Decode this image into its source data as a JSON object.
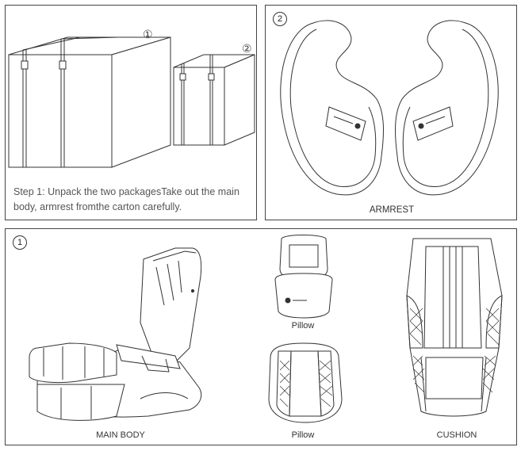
{
  "step1": {
    "text": "Step 1: Unpack the two packagesTake out the main body, armrest fromthe carton carefully.",
    "marker_box1": "①",
    "marker_box2": "②"
  },
  "panel2": {
    "badge": "2",
    "caption": "ARMREST"
  },
  "panel3": {
    "badge": "1",
    "captions": {
      "main_body": "MAIN BODY",
      "pillow_top": "Pillow",
      "pillow_bottom": "Pillow",
      "cushion": "CUSHION"
    }
  }
}
